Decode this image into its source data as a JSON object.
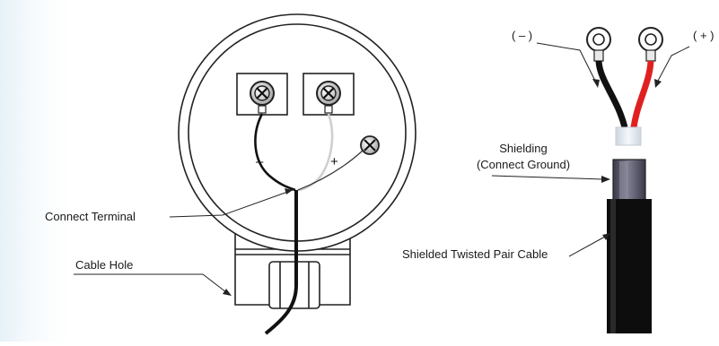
{
  "labels": {
    "connect_terminal": "Connect Terminal",
    "cable_hole": "Cable Hole",
    "shielding_line1": "Shielding",
    "shielding_line2": "(Connect Ground)",
    "shielded_cable": "Shielded Twisted Pair Cable",
    "negative_lead": "( – )",
    "positive_lead": "( + )",
    "terminal_minus": "–",
    "terminal_plus": "+"
  },
  "colors": {
    "outline": "#222222",
    "black_wire": "#111111",
    "red_wire": "#e02020",
    "white_wire": "#d8d8d8",
    "cable_jacket": "#0d0d0d",
    "shield_foil": "#555566",
    "page_tint": "#eef6fb"
  },
  "icons": {
    "terminal_screw": "screw-terminal-icon",
    "ground_screw": "ground-screw-icon",
    "ring_lug": "ring-terminal-icon"
  }
}
